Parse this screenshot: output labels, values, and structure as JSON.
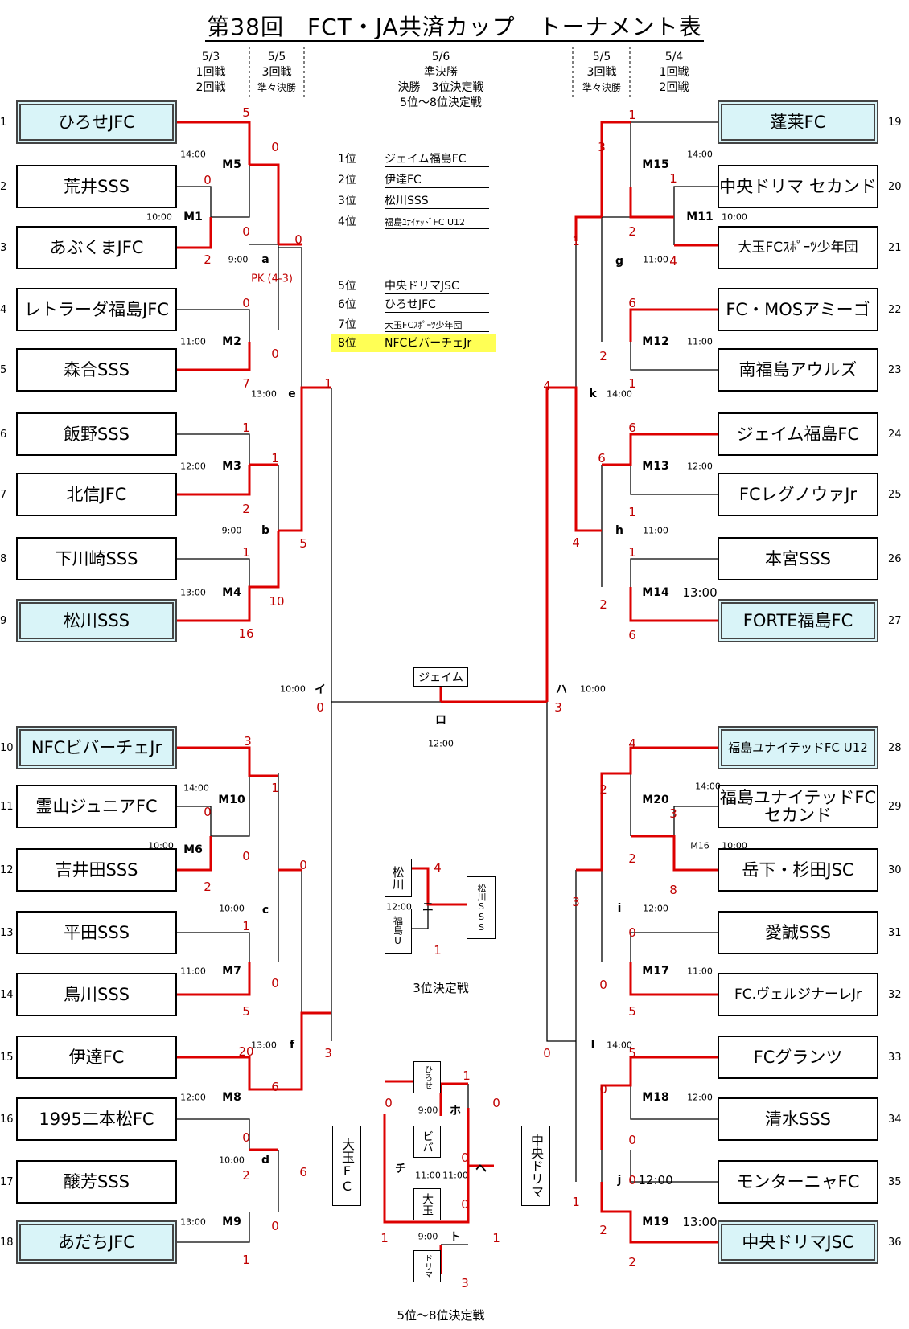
{
  "title": "第38回　FCT・JA共済カップ　トーナメント表",
  "headers": {
    "left_r1": {
      "date": "5/3",
      "line1": "1回戦",
      "line2": "2回戦"
    },
    "left_r3": {
      "date": "5/5",
      "line1": "3回戦",
      "line2": "準々決勝"
    },
    "center": {
      "date": "5/6",
      "line1": "準決勝",
      "line2": "決勝　3位決定戦",
      "line3": "5位～8位決定戦"
    },
    "right_r3": {
      "date": "5/5",
      "line1": "3回戦",
      "line2": "準々決勝"
    },
    "right_r1": {
      "date": "5/4",
      "line1": "1回戦",
      "line2": "2回戦"
    }
  },
  "rankings": [
    {
      "place": "1位",
      "team": "ジェイム福島FC"
    },
    {
      "place": "2位",
      "team": "伊達FC"
    },
    {
      "place": "3位",
      "team": "松川SSS"
    },
    {
      "place": "4位",
      "team": "福島ﾕﾅｲﾃｯﾄﾞFC U12"
    },
    {
      "place": "5位",
      "team": "中央ドリマJSC"
    },
    {
      "place": "6位",
      "team": "ひろせJFC"
    },
    {
      "place": "7位",
      "team": "大玉FCｽﾎﾟｰﾂ少年団"
    },
    {
      "place": "8位",
      "team": "NFCビバーチェJr"
    }
  ],
  "teams": [
    {
      "seed": "1",
      "name": "ひろせJFC"
    },
    {
      "seed": "2",
      "name": "荒井SSS"
    },
    {
      "seed": "3",
      "name": "あぶくまJFC"
    },
    {
      "seed": "4",
      "name": "レトラーダ福島JFC"
    },
    {
      "seed": "5",
      "name": "森合SSS"
    },
    {
      "seed": "6",
      "name": "飯野SSS"
    },
    {
      "seed": "7",
      "name": "北信JFC"
    },
    {
      "seed": "8",
      "name": "下川崎SSS"
    },
    {
      "seed": "9",
      "name": "松川SSS"
    },
    {
      "seed": "10",
      "name": "NFCビバーチェJr"
    },
    {
      "seed": "11",
      "name": "霊山ジュニアFC"
    },
    {
      "seed": "12",
      "name": "吉井田SSS"
    },
    {
      "seed": "13",
      "name": "平田SSS"
    },
    {
      "seed": "14",
      "name": "鳥川SSS"
    },
    {
      "seed": "15",
      "name": "伊達FC"
    },
    {
      "seed": "16",
      "name": "1995二本松FC"
    },
    {
      "seed": "17",
      "name": "醸芳SSS"
    },
    {
      "seed": "18",
      "name": "あだちJFC"
    },
    {
      "seed": "19",
      "name": "蓬莱FC"
    },
    {
      "seed": "20",
      "name": "中央ドリマ セカンド"
    },
    {
      "seed": "21",
      "name": "大玉FCｽﾎﾟｰﾂ少年団"
    },
    {
      "seed": "22",
      "name": "FC・MOSアミーゴ"
    },
    {
      "seed": "23",
      "name": "南福島アウルズ"
    },
    {
      "seed": "24",
      "name": "ジェイム福島FC"
    },
    {
      "seed": "25",
      "name": "FCレグノウァJr"
    },
    {
      "seed": "26",
      "name": "本宮SSS"
    },
    {
      "seed": "27",
      "name": "FORTE福島FC"
    },
    {
      "seed": "28",
      "name": "福島ユナイテッドFC U12"
    },
    {
      "seed": "29",
      "name": "福島ユナイテッドFC セカンド"
    },
    {
      "seed": "30",
      "name": "岳下・杉田JSC"
    },
    {
      "seed": "31",
      "name": "愛誠SSS"
    },
    {
      "seed": "32",
      "name": "FC.ヴェルジナーレJr"
    },
    {
      "seed": "33",
      "name": "FCグランツ"
    },
    {
      "seed": "34",
      "name": "清水SSS"
    },
    {
      "seed": "35",
      "name": "モンターニャFC"
    },
    {
      "seed": "36",
      "name": "中央ドリマJSC"
    }
  ],
  "matches": {
    "M1": {
      "label": "M1",
      "time": "10:00"
    },
    "M2": {
      "label": "M2",
      "time": "11:00"
    },
    "M3": {
      "label": "M3",
      "time": "12:00"
    },
    "M4": {
      "label": "M4",
      "time": "13:00"
    },
    "M5": {
      "label": "M5",
      "time": "14:00"
    },
    "M6": {
      "label": "M6",
      "time": "10:00"
    },
    "M7": {
      "label": "M7",
      "time": "11:00"
    },
    "M8": {
      "label": "M8",
      "time": "12:00"
    },
    "M9": {
      "label": "M9",
      "time": "13:00"
    },
    "M10": {
      "label": "M10",
      "time": "14:00"
    },
    "M11": {
      "label": "M11",
      "time": "10:00"
    },
    "M12": {
      "label": "M12",
      "time": "11:00"
    },
    "M13": {
      "label": "M13",
      "time": "12:00"
    },
    "M14": {
      "label": "M14",
      "time": "13:00"
    },
    "M15": {
      "label": "M15",
      "time": "14:00"
    },
    "M16": {
      "label": "M16",
      "time": "10:00"
    },
    "M17": {
      "label": "M17",
      "time": "11:00"
    },
    "M18": {
      "label": "M18",
      "time": "12:00"
    },
    "M19": {
      "label": "M19",
      "time": "13:00"
    },
    "M20": {
      "label": "M20",
      "time": "14:00"
    },
    "a": {
      "label": "a",
      "time": "9:00"
    },
    "b": {
      "label": "b",
      "time": "9:00"
    },
    "c": {
      "label": "c",
      "time": "10:00"
    },
    "d": {
      "label": "d",
      "time": "10:00"
    },
    "e": {
      "label": "e",
      "time": "13:00"
    },
    "f": {
      "label": "f",
      "time": "13:00"
    },
    "g": {
      "label": "g",
      "time": "11:00"
    },
    "h": {
      "label": "h",
      "time": "11:00"
    },
    "i": {
      "label": "i",
      "time": "12:00"
    },
    "j": {
      "label": "j",
      "time": "12:00"
    },
    "k": {
      "label": "k",
      "time": "14:00"
    },
    "l": {
      "label": "l",
      "time": "14:00"
    },
    "I": {
      "label": "イ",
      "time": "10:00"
    },
    "Ha": {
      "label": "ハ",
      "time": "10:00"
    },
    "Ro": {
      "label": "ロ",
      "time": "12:00"
    },
    "Ni": {
      "label": "ニ",
      "time": "12:00"
    },
    "Ho": {
      "label": "ホ",
      "time": "9:00"
    },
    "To": {
      "label": "ト",
      "time": "9:00"
    },
    "He": {
      "label": "ヘ",
      "time": "11:00"
    },
    "Chi": {
      "label": "チ",
      "time": "11:00"
    }
  },
  "pk_note": "PK (4-3)",
  "champion_box": "ジェイム",
  "third_place": {
    "team_a": "松川",
    "team_b": "福島U",
    "winner": "松川SSS",
    "score_a": "4",
    "score_b": "1",
    "caption": "3位決定戦"
  },
  "placement": {
    "hirose": "ひろせ",
    "biba": "ビバ",
    "otama_short": "大玉",
    "dorima_short": "ドリマ",
    "otama_fc": "大玉FC",
    "chuo_dorima": "中央ドリマ",
    "caption": "5位～8位決定戦"
  },
  "scores": {
    "s1": "5",
    "s2": "0",
    "s3": "2",
    "m5a": "0",
    "m5b": "0",
    "s4": "0",
    "s5": "7",
    "m2w": "0",
    "aw": "0",
    "s6": "1",
    "s7": "2",
    "m3w": "1",
    "s8": "1",
    "s9": "16",
    "m4w": "10",
    "bw": "5",
    "ew": "1",
    "s10": "3",
    "s11": "0",
    "s12": "2",
    "m10a": "1",
    "m10b": "0",
    "s13": "1",
    "s14": "5",
    "m7w": "0",
    "cw": "0",
    "s15": "20",
    "s16": "0",
    "m8w": "6",
    "s17": "2",
    "s18": "1",
    "m9w": "0",
    "dw": "6",
    "fw": "3",
    "s19": "1",
    "s20": "1",
    "s21": "4",
    "m15a": "3",
    "m15b": "2",
    "s22": "6",
    "s23": "1",
    "m12w": "2",
    "gw": "1",
    "s24": "6",
    "s25": "1",
    "m13w": "6",
    "s26": "1",
    "s27": "6",
    "m14w": "2",
    "hw": "4",
    "kw": "4",
    "s28": "4",
    "s29": "3",
    "s30": "8",
    "m20a": "2",
    "m20b": "2",
    "s31": "0",
    "s32": "5",
    "m17w": "0",
    "iw": "3",
    "s33": "5",
    "s34": "0",
    "m18w": "0",
    "s35": "0",
    "s36": "2",
    "m19w": "2",
    "jw": "1",
    "lw": "0",
    "I_score": "0",
    "Ha_score": "3",
    "ho_a": "1",
    "ho_b": "0",
    "to_a": "0",
    "to_b": "3",
    "chi_a": "0",
    "chi_b": "1",
    "he_a": "0",
    "he_b": "1"
  }
}
